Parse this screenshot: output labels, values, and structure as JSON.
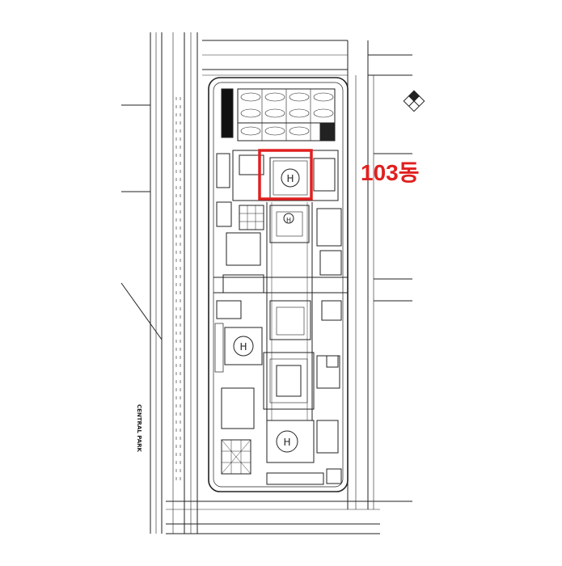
{
  "callout": {
    "label": "103동",
    "color": "#e02020"
  },
  "map_labels": {
    "park": "CENTRAL PARK"
  },
  "helipad_symbol": "H",
  "icons": {
    "north": "north-arrow-icon"
  }
}
